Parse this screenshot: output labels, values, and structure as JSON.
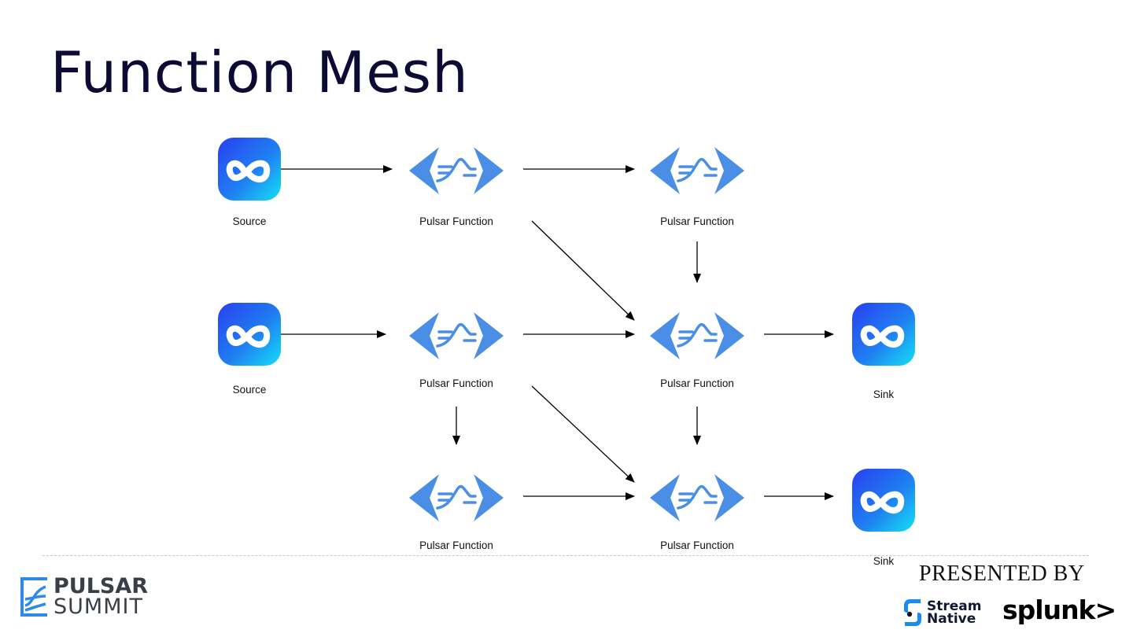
{
  "slide": {
    "title": "Function Mesh"
  },
  "diagram": {
    "nodes": [
      {
        "id": "source-1",
        "type": "connector",
        "label": "Source",
        "col": 0,
        "row": 0
      },
      {
        "id": "source-2",
        "type": "connector",
        "label": "Source",
        "col": 0,
        "row": 1
      },
      {
        "id": "fn-a1",
        "type": "function",
        "label": "Pulsar Function",
        "col": 1,
        "row": 0
      },
      {
        "id": "fn-a2",
        "type": "function",
        "label": "Pulsar Function",
        "col": 1,
        "row": 1
      },
      {
        "id": "fn-a3",
        "type": "function",
        "label": "Pulsar Function",
        "col": 1,
        "row": 2
      },
      {
        "id": "fn-b1",
        "type": "function",
        "label": "Pulsar Function",
        "col": 2,
        "row": 0
      },
      {
        "id": "fn-b2",
        "type": "function",
        "label": "Pulsar Function",
        "col": 2,
        "row": 1
      },
      {
        "id": "fn-b3",
        "type": "function",
        "label": "Pulsar Function",
        "col": 2,
        "row": 2
      },
      {
        "id": "sink-1",
        "type": "connector",
        "label": "Sink",
        "col": 3,
        "row": 1
      },
      {
        "id": "sink-2",
        "type": "connector",
        "label": "Sink",
        "col": 3,
        "row": 2
      }
    ],
    "edges": [
      {
        "from": "source-1",
        "to": "fn-a1"
      },
      {
        "from": "fn-a1",
        "to": "fn-b1"
      },
      {
        "from": "fn-a1",
        "to": "fn-b2"
      },
      {
        "from": "fn-b1",
        "to": "fn-b2"
      },
      {
        "from": "source-2",
        "to": "fn-a2"
      },
      {
        "from": "fn-a2",
        "to": "fn-b2"
      },
      {
        "from": "fn-b2",
        "to": "sink-1"
      },
      {
        "from": "fn-a2",
        "to": "fn-a3"
      },
      {
        "from": "fn-a2",
        "to": "fn-b3"
      },
      {
        "from": "fn-b2",
        "to": "fn-b3"
      },
      {
        "from": "fn-a3",
        "to": "fn-b3"
      },
      {
        "from": "fn-b3",
        "to": "sink-2"
      }
    ],
    "colors": {
      "connector_gradient_start": "#2a4ff0",
      "connector_gradient_end": "#15d8f5",
      "function_blue": "#4a8ee6",
      "arrow": "#000000"
    }
  },
  "footer": {
    "event_logo": {
      "line1": "PULSAR",
      "line2": "SUMMIT",
      "icon": "pulsar-summit-icon"
    },
    "presented_by": "PRESENTED BY",
    "sponsors": [
      {
        "name": "StreamNative",
        "line1": "Stream",
        "line2": "Native",
        "icon": "streamnative-icon"
      },
      {
        "name": "splunk",
        "text": "splunk>"
      }
    ]
  }
}
